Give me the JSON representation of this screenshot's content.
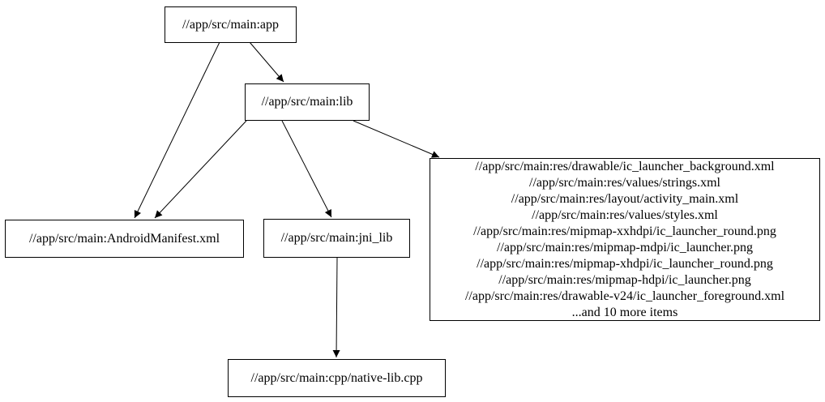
{
  "graph": {
    "background_color": "#ffffff",
    "node_fill_color": "#ffffff",
    "node_border_color": "#000000",
    "edge_color": "#000000",
    "nodes": {
      "app": {
        "label": "//app/src/main:app"
      },
      "lib": {
        "label": "//app/src/main:lib"
      },
      "android_manifest": {
        "label": "//app/src/main:AndroidManifest.xml"
      },
      "jni_lib": {
        "label": "//app/src/main:jni_lib"
      },
      "res_group": {
        "lines": [
          "//app/src/main:res/drawable/ic_launcher_background.xml",
          "//app/src/main:res/values/strings.xml",
          "//app/src/main:res/layout/activity_main.xml",
          "//app/src/main:res/values/styles.xml",
          "//app/src/main:res/mipmap-xxhdpi/ic_launcher_round.png",
          "//app/src/main:res/mipmap-mdpi/ic_launcher.png",
          "//app/src/main:res/mipmap-xhdpi/ic_launcher_round.png",
          "//app/src/main:res/mipmap-hdpi/ic_launcher.png",
          "//app/src/main:res/drawable-v24/ic_launcher_foreground.xml",
          "...and 10 more items"
        ]
      },
      "native_lib_cpp": {
        "label": "//app/src/main:cpp/native-lib.cpp"
      }
    },
    "edges": [
      {
        "from": "app",
        "to": "android_manifest"
      },
      {
        "from": "app",
        "to": "lib"
      },
      {
        "from": "lib",
        "to": "android_manifest"
      },
      {
        "from": "lib",
        "to": "jni_lib"
      },
      {
        "from": "lib",
        "to": "res_group"
      },
      {
        "from": "jni_lib",
        "to": "native_lib_cpp"
      }
    ]
  }
}
